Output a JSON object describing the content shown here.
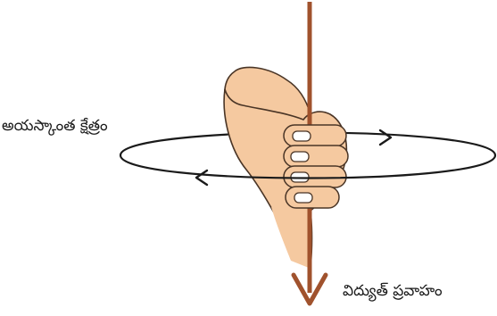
{
  "diagram": {
    "labels": {
      "magnetic_field": "అయస్కాంత క్షేత్రం",
      "electric_current": "విద్యుత్ ప్రవాహం"
    },
    "colors": {
      "conductor": "#A0522D",
      "skin": "#F5C9A0",
      "skin_outline": "#4a3526",
      "field_line": "#1a1a1a",
      "background": "#ffffff"
    },
    "icons": {
      "hand": "right-hand-thumb-rule",
      "current_arrow": "arrow-down",
      "field_arrows": "circular-arrows"
    }
  }
}
